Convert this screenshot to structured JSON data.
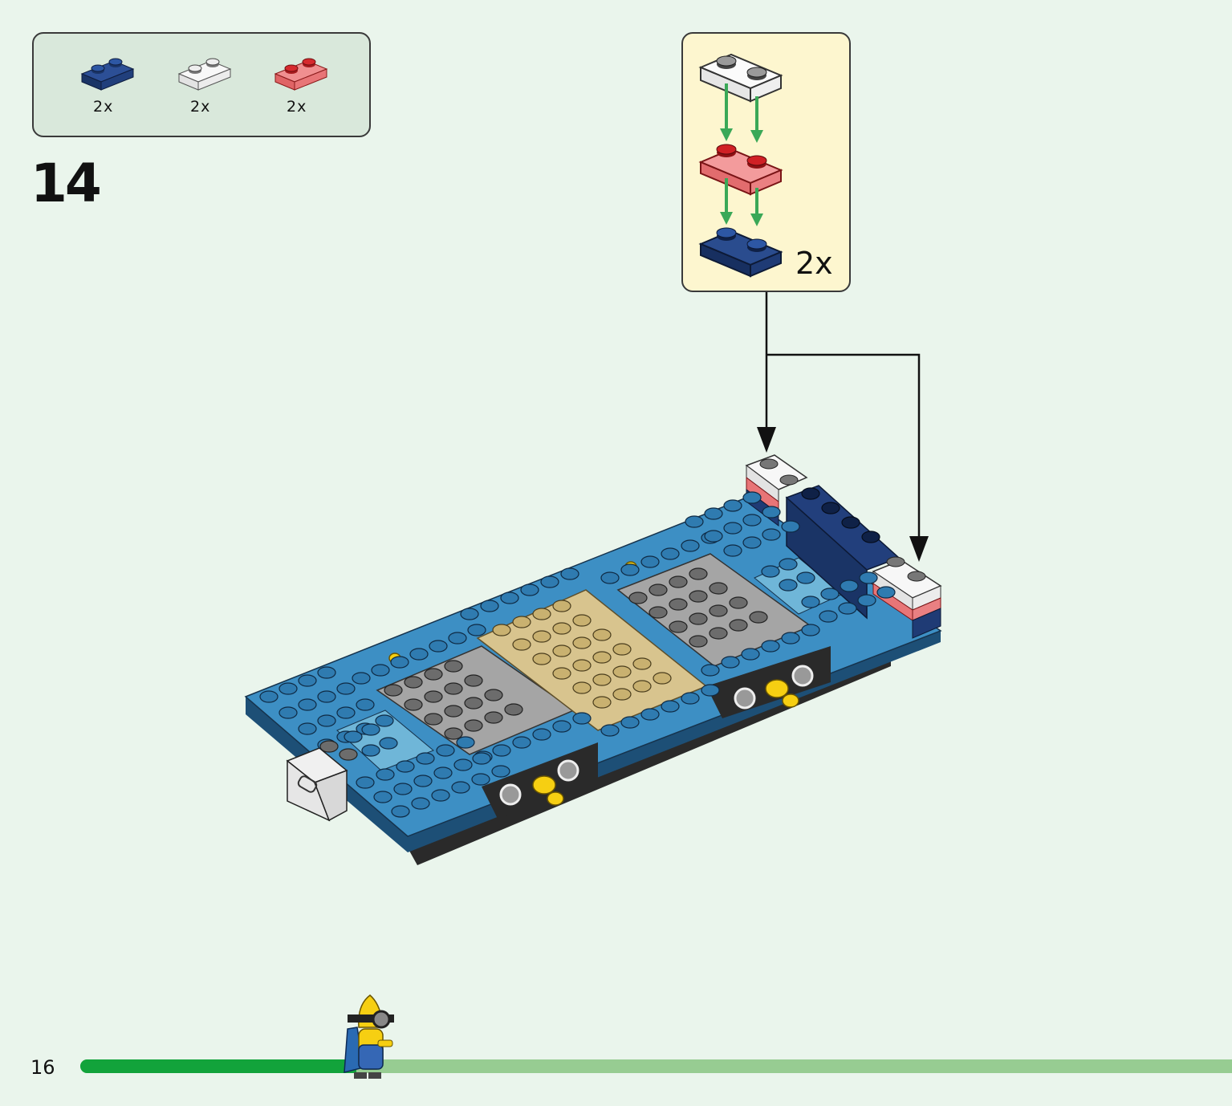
{
  "parts_list": {
    "items": [
      {
        "name": "plate-1x2-dark-blue",
        "color": "#1e3a78",
        "quantity": "2x"
      },
      {
        "name": "plate-1x2-transparent-clear",
        "color": "#f4f4f4",
        "quantity": "2x"
      },
      {
        "name": "plate-1x2-transparent-red",
        "color": "#e86b6e",
        "quantity": "2x"
      }
    ]
  },
  "step": {
    "number": "14"
  },
  "callout": {
    "quantity": "2x",
    "stack": [
      "transparent-clear",
      "transparent-red",
      "dark-blue"
    ],
    "arrow_color": "#3aa857"
  },
  "page": {
    "number": "16",
    "progress": 0.24,
    "progress_color": "#12a33b",
    "track_color": "#97cc92"
  },
  "colors": {
    "background": "#eaf5ec",
    "medium_blue": "#3d8fc4",
    "dark_blue": "#1e3a78",
    "light_blue": "#6fb6d8",
    "tan": "#d8c48e",
    "grey": "#a5a5a5",
    "yellow": "#f6cf12"
  }
}
